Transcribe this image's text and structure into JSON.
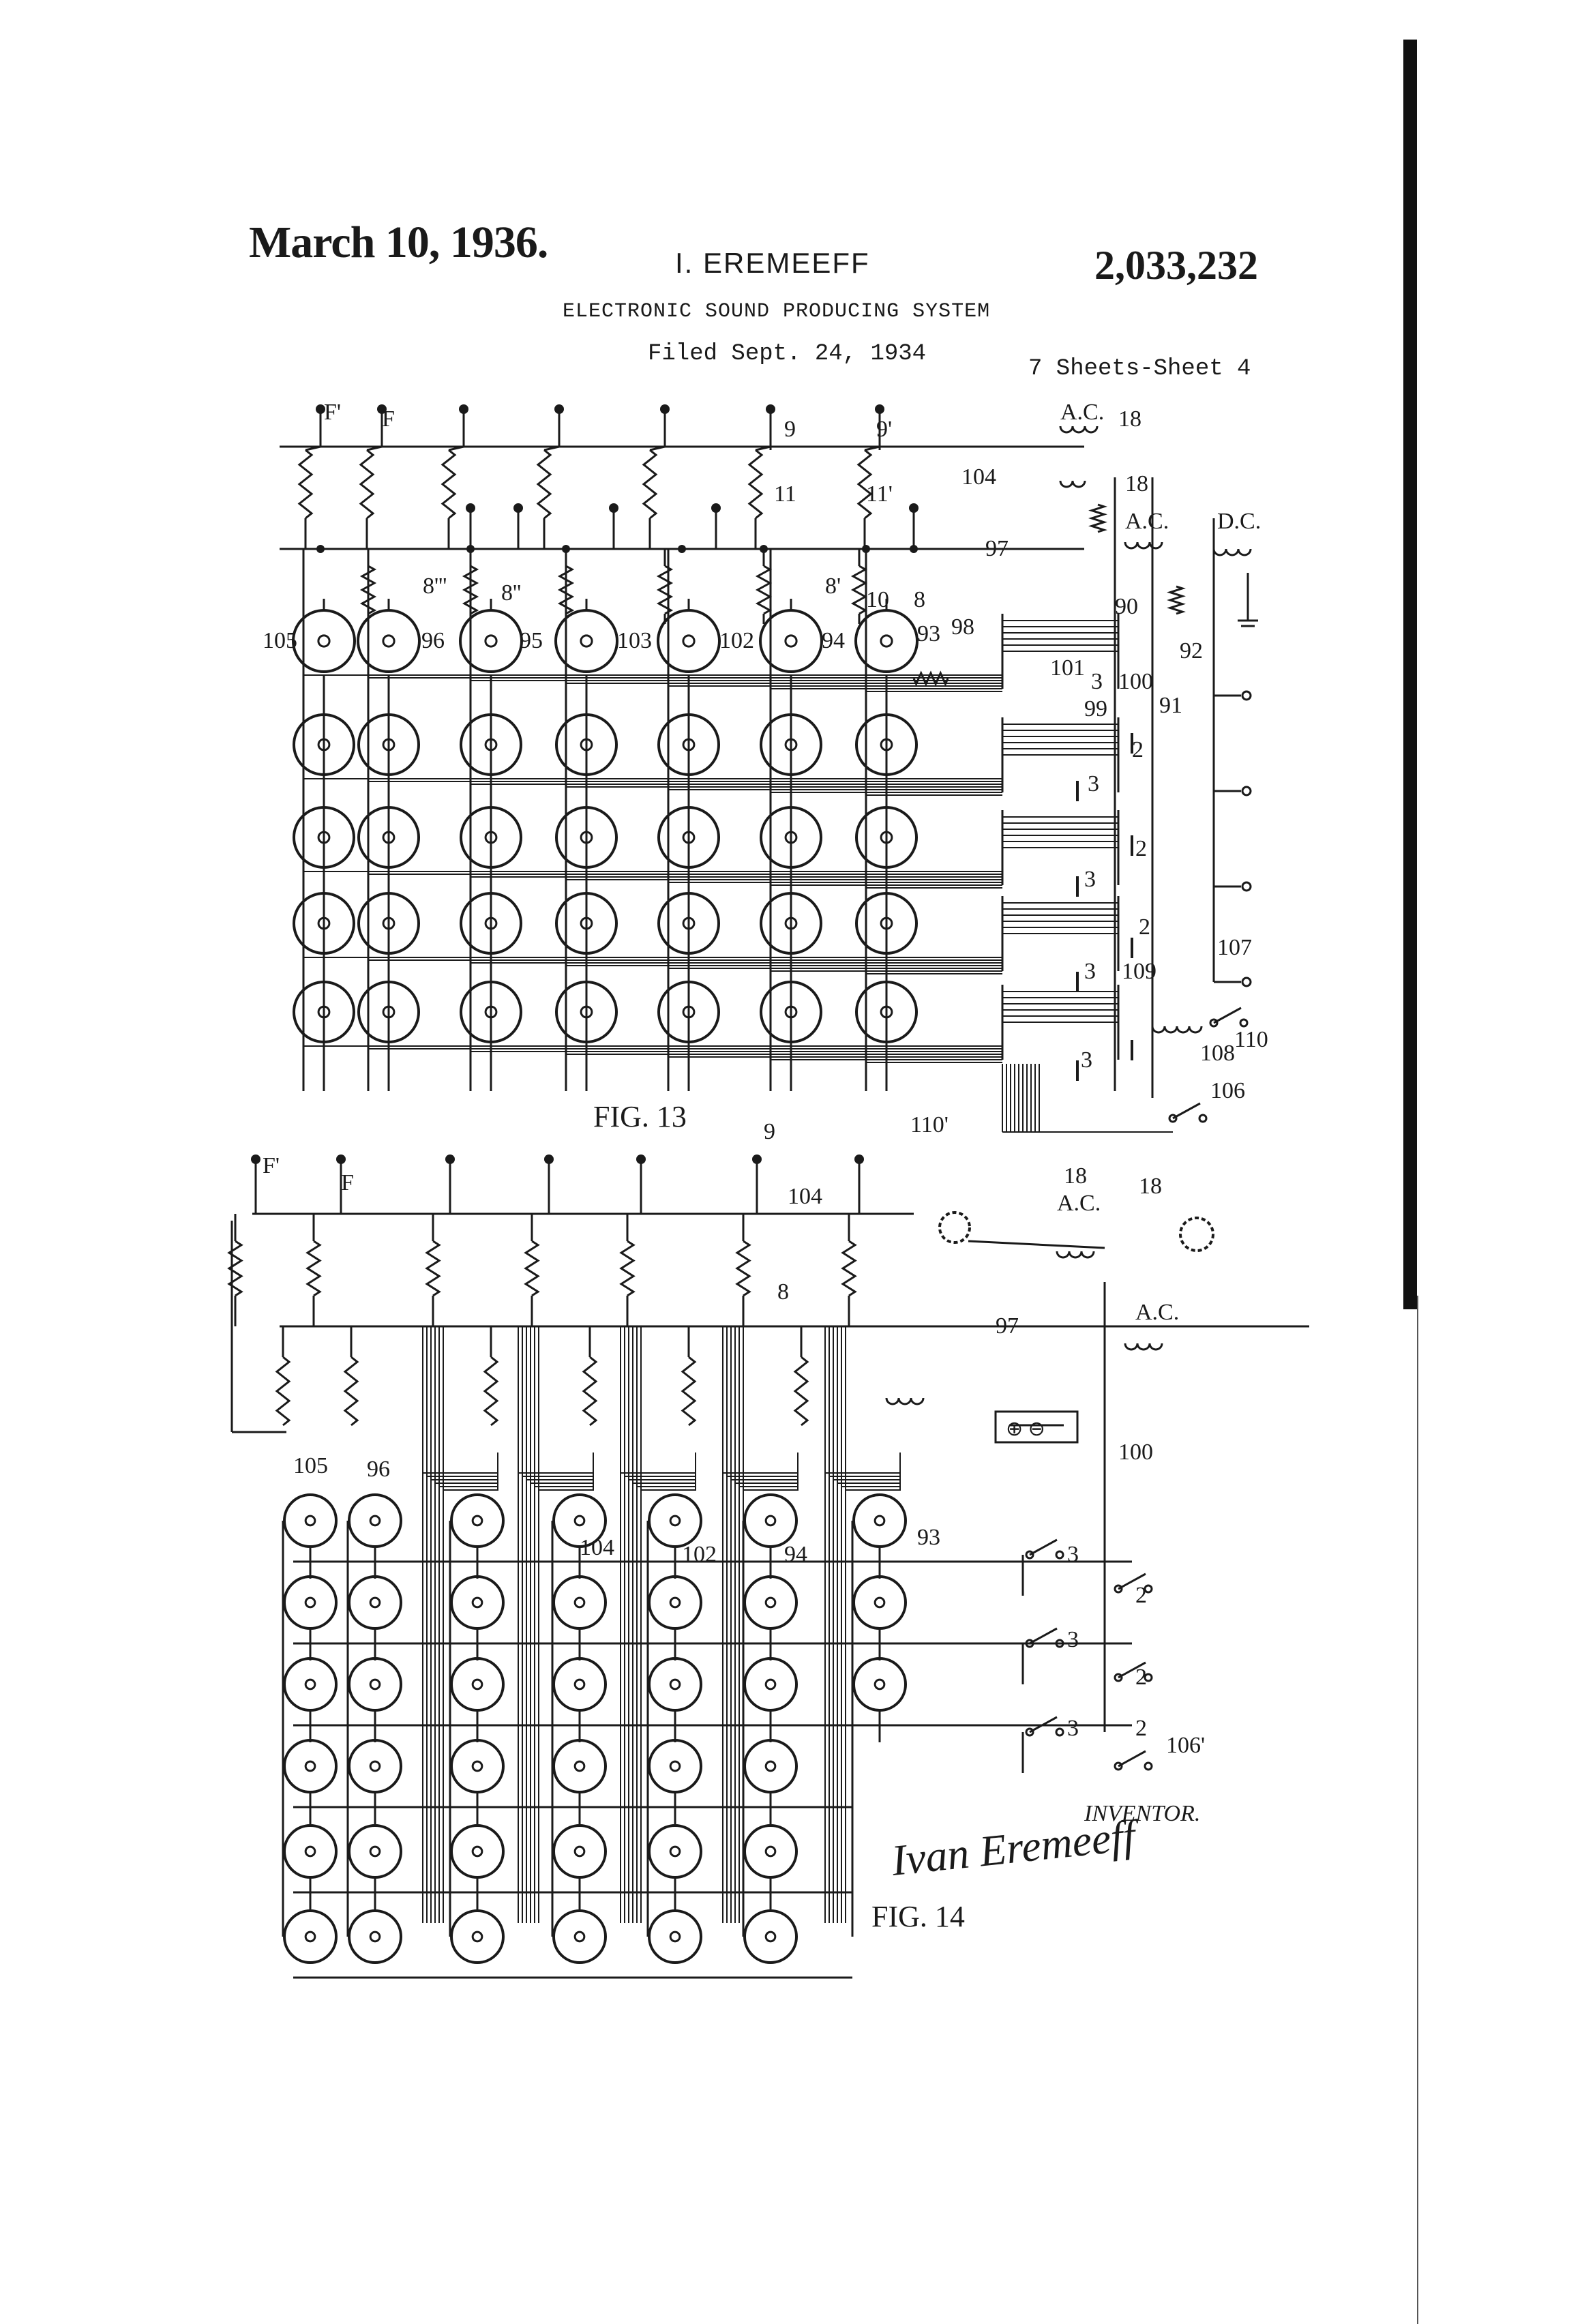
{
  "header": {
    "date": "March 10, 1936.",
    "inventor": "I. EREMEEFF",
    "patent_number": "2,033,232",
    "title": "ELECTRONIC SOUND PRODUCING SYSTEM",
    "filed": "Filed Sept. 24, 1934",
    "sheets": "7 Sheets-Sheet 4"
  },
  "fig13": {
    "caption": "FIG. 13",
    "labels": [
      "F'",
      "F",
      "9",
      "9'",
      "A.C.",
      "18",
      "18",
      "A.C.",
      "D.C.",
      "104",
      "97",
      "11",
      "11'",
      "8'''",
      "8''",
      "8'",
      "10",
      "8",
      "105",
      "96",
      "95",
      "103",
      "102",
      "94",
      "93",
      "98",
      "90",
      "92",
      "101",
      "3",
      "100",
      "99",
      "91",
      "2",
      "3",
      "2",
      "3",
      "2",
      "3",
      "107",
      "109",
      "110",
      "108",
      "3",
      "106"
    ]
  },
  "fig14": {
    "caption": "FIG. 14",
    "labels": [
      "F'",
      "F",
      "9",
      "110'",
      "104",
      "18",
      "A.C.",
      "18",
      "A.C.",
      "8",
      "97",
      "100",
      "105",
      "96",
      "104",
      "102",
      "94",
      "93",
      "3",
      "2",
      "3",
      "2",
      "3",
      "2",
      "106'"
    ]
  },
  "signature": {
    "caption": "INVENTOR.",
    "name": "Ivan Eremeeff"
  }
}
